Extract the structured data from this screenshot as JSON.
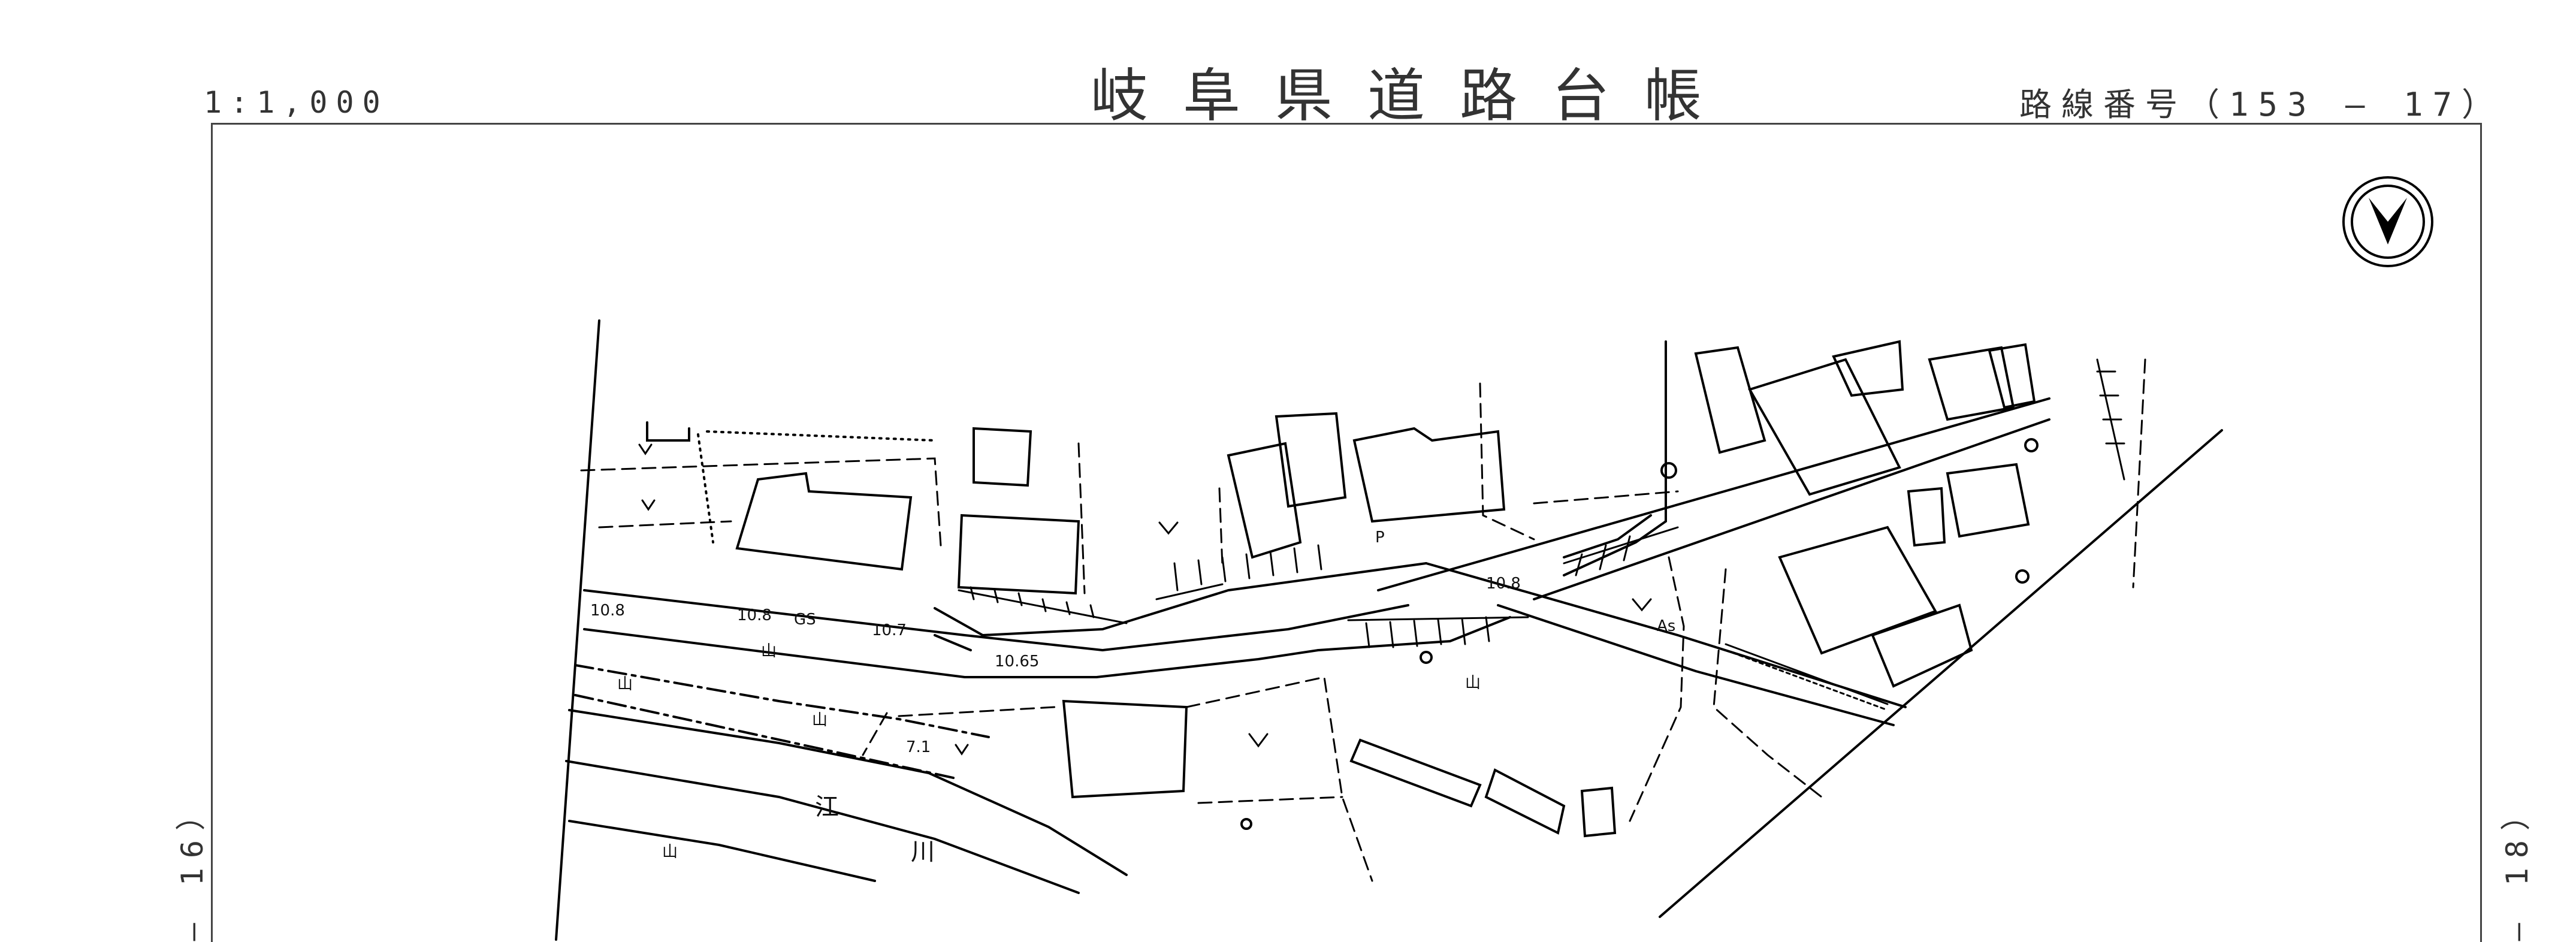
{
  "header": {
    "scale": "1:1,000",
    "title": "岐阜県道路台帳",
    "route_number": "路線番号（153 — 17）"
  },
  "adjacent_sheets": {
    "previous": "— 16）",
    "next": "— 18）"
  },
  "map_labels": {
    "elev_a": "10.8",
    "elev_b": "10.8",
    "elev_c": "10.7",
    "elev_d": "10.65",
    "elev_e": "10.8",
    "elev_f": "7.1",
    "river_a": "江",
    "river_b": "川",
    "surface": "As",
    "mark_p": "P",
    "mark_gs": "GS",
    "mountain_a": "山",
    "mountain_b": "山",
    "mountain_c": "山",
    "mountain_d": "山",
    "mountain_e": "山"
  },
  "icons": [
    "north-arrow-icon",
    "field-symbol-icon",
    "mountain-forest-symbol-icon"
  ],
  "colors": {
    "ink": "#000000",
    "paper": "#ffffff"
  }
}
